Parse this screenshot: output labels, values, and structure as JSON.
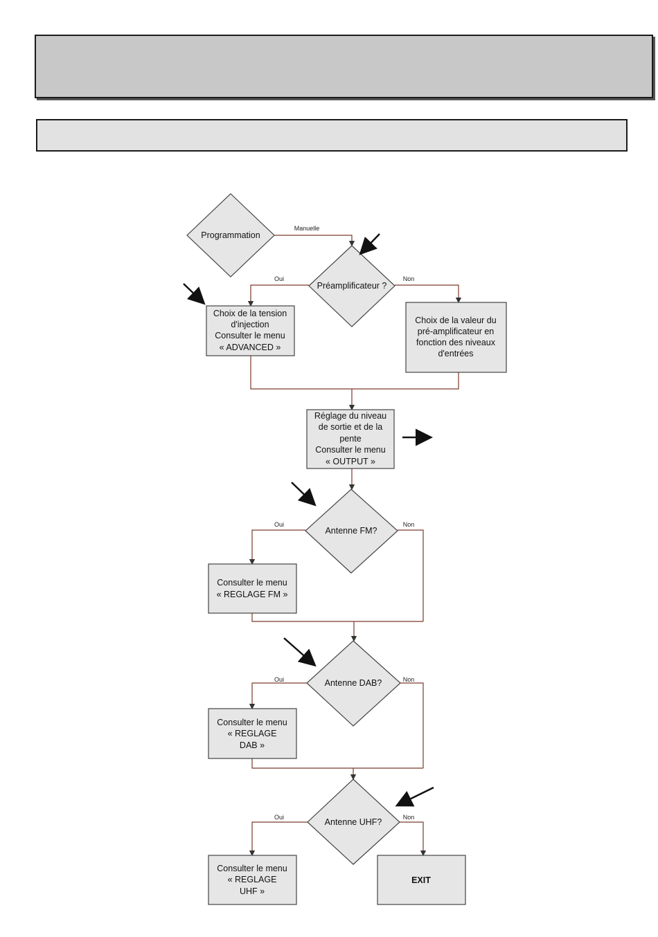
{
  "nodes": {
    "programmation": "Programmation",
    "preamp": "Préamplificateur ?",
    "tension": [
      "Choix de la tension",
      "d'injection",
      "Consulter le menu",
      "« ADVANCED »"
    ],
    "valeur": [
      "Choix de la valeur du",
      "pré-amplificateur en",
      "fonction des niveaux",
      "d'entrées"
    ],
    "reglage": [
      "Réglage du niveau",
      "de sortie et de la",
      "pente",
      "Consulter le menu",
      "« OUTPUT »"
    ],
    "fm": "Antenne FM?",
    "fm_menu": [
      "Consulter le menu",
      "« REGLAGE FM »"
    ],
    "dab": "Antenne DAB?",
    "dab_menu": [
      "Consulter le menu",
      "« REGLAGE",
      "DAB »"
    ],
    "uhf": "Antenne UHF?",
    "uhf_menu": [
      "Consulter le menu",
      "« REGLAGE",
      "UHF »"
    ],
    "exit": "EXIT"
  },
  "edge_labels": {
    "manuelle": "Manuelle",
    "oui_preamp": "Oui",
    "non_preamp": "Non",
    "oui_fm": "Oui",
    "non_fm": "Non",
    "oui_dab": "Oui",
    "non_dab": "Non",
    "oui_uhf": "Oui",
    "non_uhf": "Non"
  },
  "colors": {
    "node_fill": "#e6e6e6",
    "node_stroke": "#444444",
    "connector": "#7a3a2a"
  }
}
